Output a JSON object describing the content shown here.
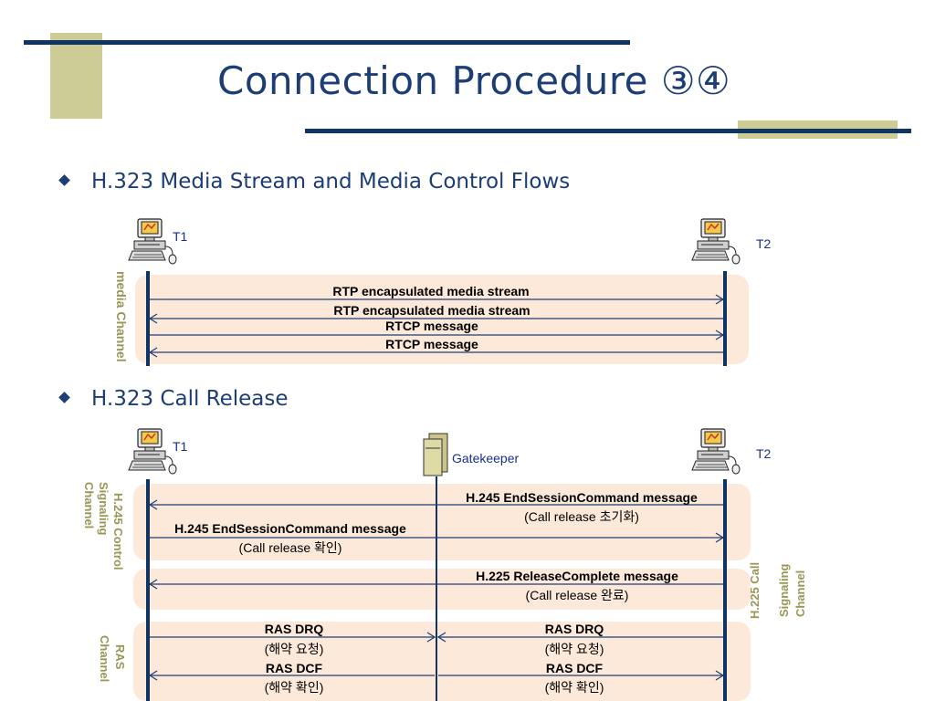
{
  "slide": {
    "title": "Connection Procedure ③④",
    "bullets": [
      "H.323 Media Stream and Media Control Flows",
      "H.323 Call Release"
    ]
  },
  "diagram1": {
    "endpoints": {
      "left": "T1",
      "right": "T2"
    },
    "channel_label": "media Channel",
    "messages": [
      "RTP encapsulated media stream",
      "RTP encapsulated media stream",
      "RTCP message",
      "RTCP message"
    ]
  },
  "diagram2": {
    "endpoints": {
      "left": "T1",
      "middle": "Gatekeeper",
      "right": "T2"
    },
    "left_channel_h245": [
      "H.245 Control",
      "Signaling",
      "Channel"
    ],
    "right_channel_h225": [
      "H.225 Call",
      "Signaling",
      "Channel"
    ],
    "left_channel_ras": [
      "RAS",
      "Channel"
    ],
    "messages": {
      "m1_title": "H.245 EndSessionCommand message",
      "m1_sub": "(Call release 초기화)",
      "m2_title": "H.245 EndSessionCommand message",
      "m2_sub": "(Call release 확인)",
      "m3_title": "H.225 ReleaseComplete message",
      "m3_sub": "(Call release 완료)",
      "drq_left_title": "RAS DRQ",
      "drq_left_sub": "(해약 요청)",
      "drq_right_title": "RAS DRQ",
      "drq_right_sub": "(해약 요청)",
      "dcf_left_title": "RAS DCF",
      "dcf_left_sub": "(해약 확인)",
      "dcf_right_title": "RAS DCF",
      "dcf_right_sub": "(해약 확인)"
    }
  },
  "colors": {
    "title": "#1d3e74",
    "line": "#0f3565",
    "olive_block": "#cdcb96",
    "band": "#fde9d9",
    "channel_text": "#9a9656",
    "label_blue": "#1a2f8a"
  }
}
